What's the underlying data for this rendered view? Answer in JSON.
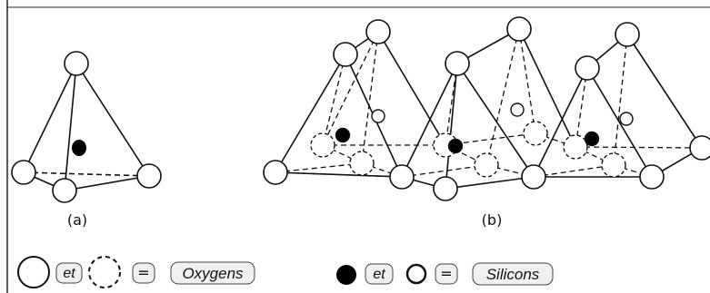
{
  "panels": {
    "a_label": "(a)",
    "b_label": "(b)"
  },
  "legend": {
    "oxygen": {
      "connector": "et",
      "equals": "=",
      "text": "Oxygens"
    },
    "silicon": {
      "connector": "et",
      "equals": "=",
      "text": "Silicons"
    }
  },
  "colors": {
    "line": "#111111",
    "fill": "#ffffff",
    "silicon_filled": "#000000",
    "legend_box": "#f0f0f0"
  }
}
